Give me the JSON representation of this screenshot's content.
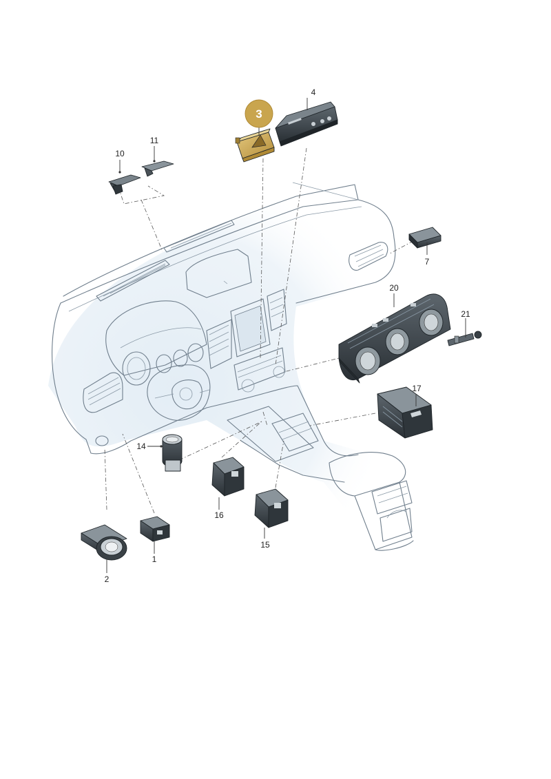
{
  "diagram": {
    "highlight_color": "#c9a54e",
    "callouts": [
      {
        "id": "p1",
        "label": "1"
      },
      {
        "id": "p2",
        "label": "2"
      },
      {
        "id": "p3",
        "label": "3"
      },
      {
        "id": "p4",
        "label": "4"
      },
      {
        "id": "p7",
        "label": "7"
      },
      {
        "id": "p10",
        "label": "10"
      },
      {
        "id": "p11",
        "label": "11"
      },
      {
        "id": "p14",
        "label": "14"
      },
      {
        "id": "p15",
        "label": "15"
      },
      {
        "id": "p16",
        "label": "16"
      },
      {
        "id": "p17",
        "label": "17"
      },
      {
        "id": "p20",
        "label": "20"
      },
      {
        "id": "p21",
        "label": "21"
      }
    ]
  }
}
